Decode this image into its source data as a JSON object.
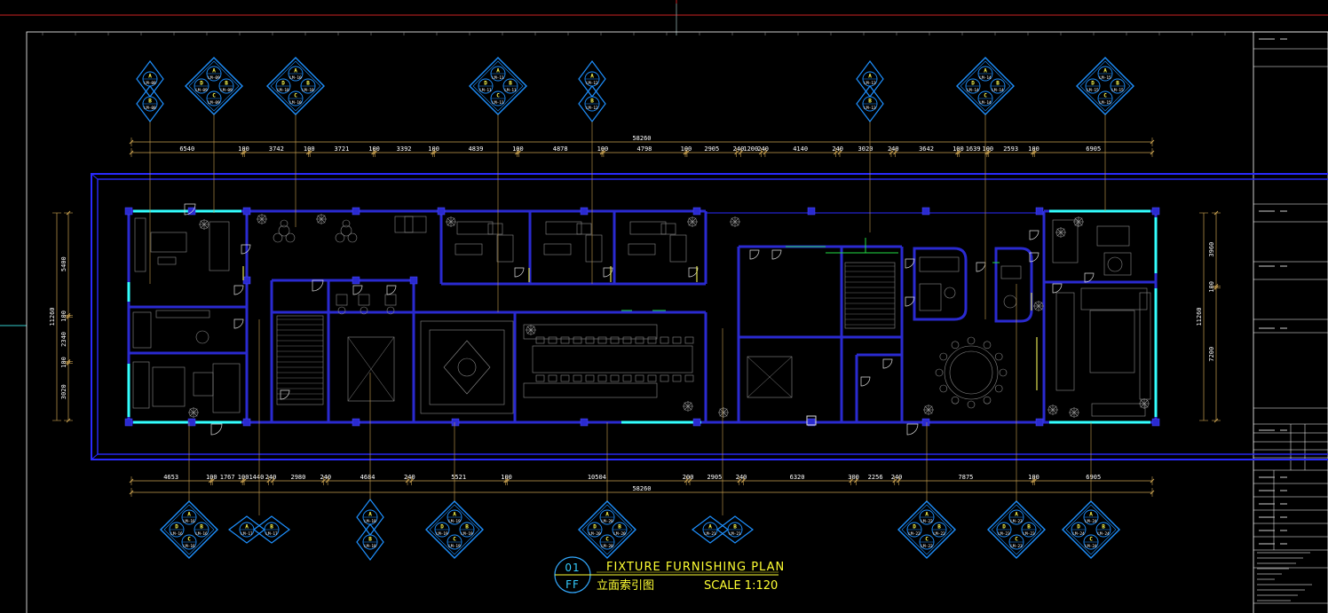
{
  "drawing": {
    "title": "FIXTURE FURNISHING PLAN",
    "subtitle_cn": "立面索引图",
    "scale": "SCALE 1:120",
    "view_number": "01",
    "sheet_code": "FF"
  },
  "dimensions": {
    "top_overall": "58260",
    "top_segments": [
      "6540",
      "100",
      "3742",
      "100",
      "3721",
      "100",
      "3392",
      "100",
      "4839",
      "100",
      "4878",
      "100",
      "4798",
      "100",
      "2905",
      "240",
      "1200",
      "240",
      "4140",
      "240",
      "3020",
      "240",
      "3642",
      "100",
      "1639",
      "100",
      "2593",
      "100",
      "6905"
    ],
    "bottom_overall": "58260",
    "bottom_segments": [
      "4653",
      "100",
      "1767",
      "100",
      "1440",
      "240",
      "2980",
      "240",
      "4684",
      "240",
      "5521",
      "100",
      "10504",
      "200",
      "2905",
      "240",
      "6320",
      "300",
      "2256",
      "240",
      "7875",
      "100",
      "6905"
    ],
    "left_segments": [
      "5400",
      "100",
      "2340",
      "100",
      "3020"
    ],
    "left_overall": "11260",
    "right_segments": [
      "3960",
      "100",
      "7200"
    ],
    "right_overall": "11260"
  },
  "elevation_symbols": {
    "top": [
      {
        "type": "pair",
        "labels": [
          "A",
          "B"
        ],
        "sheet": "LM-08"
      },
      {
        "type": "quad",
        "labels": [
          "A",
          "B",
          "C",
          "D"
        ],
        "sheet": "LM-09"
      },
      {
        "type": "quad",
        "labels": [
          "A",
          "B",
          "C",
          "D"
        ],
        "sheet": "LM-10"
      },
      {
        "type": "quad",
        "labels": [
          "A",
          "B",
          "C",
          "D"
        ],
        "sheet": "LM-11"
      },
      {
        "type": "pair",
        "labels": [
          "A",
          "B"
        ],
        "sheet": "LM-12"
      },
      {
        "type": "pair",
        "labels": [
          "A",
          "B"
        ],
        "sheet": "LM-13"
      },
      {
        "type": "quad",
        "labels": [
          "A",
          "B",
          "C",
          "D"
        ],
        "sheet": "LM-14"
      },
      {
        "type": "quad",
        "labels": [
          "A",
          "B",
          "C",
          "D"
        ],
        "sheet": "LM-15"
      }
    ],
    "bottom": [
      {
        "type": "quad",
        "labels": [
          "A",
          "B",
          "C",
          "D"
        ],
        "sheet": "LM-16"
      },
      {
        "type": "pair",
        "labels": [
          "A",
          "B"
        ],
        "sheet": "LM-17"
      },
      {
        "type": "pair",
        "labels": [
          "A",
          "B"
        ],
        "sheet": "LM-18"
      },
      {
        "type": "quad",
        "labels": [
          "A",
          "B",
          "C",
          "D"
        ],
        "sheet": "LM-19"
      },
      {
        "type": "quad",
        "labels": [
          "A",
          "B",
          "C",
          "D"
        ],
        "sheet": "LM-20"
      },
      {
        "type": "pair",
        "labels": [
          "A",
          "B"
        ],
        "sheet": "LM-21"
      },
      {
        "type": "quad",
        "labels": [
          "A",
          "B",
          "C",
          "D"
        ],
        "sheet": "LM-22"
      },
      {
        "type": "quad",
        "labels": [
          "A",
          "B",
          "C",
          "D"
        ],
        "sheet": "LM-23"
      },
      {
        "type": "quad",
        "labels": [
          "A",
          "B",
          "C",
          "D"
        ],
        "sheet": "LM-24"
      }
    ]
  },
  "colors": {
    "background": "#000000",
    "wall": "#2a2ad0",
    "outer_frame": "#2a2aff",
    "glass": "#33ffff",
    "dimension": "#c8a050",
    "symbol": "#1e90ff",
    "symbol_text": "#ffff55",
    "furniture": "#8a8a8a",
    "title": "#ffff33",
    "border": "#ffffff",
    "crosshair": "#cc2222"
  }
}
